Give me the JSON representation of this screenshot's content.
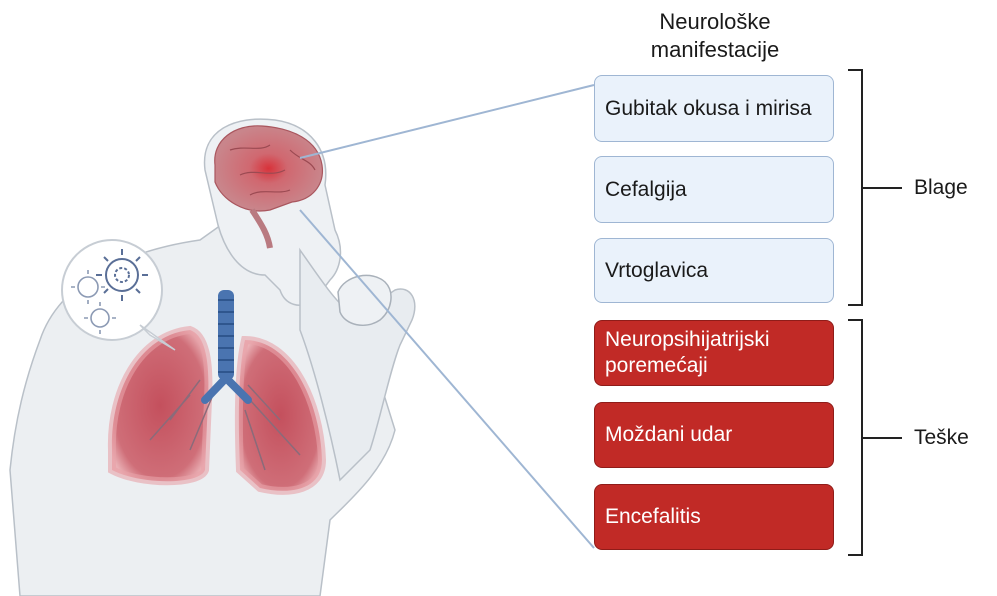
{
  "heading": [
    "Neurološke",
    "manifestacije"
  ],
  "mild": {
    "label": "Blage",
    "items": [
      "Gubitak okusa i mirisa",
      "Cefalgija",
      "Vrtoglavica"
    ]
  },
  "severe": {
    "label": "Teške",
    "items": [
      "Neuropsihijatrijski poremećaji",
      "Moždani udar",
      "Encefalitis"
    ]
  },
  "colors": {
    "mild_fill": "#eaf2fb",
    "mild_border": "#9fb6d3",
    "severe_fill": "#c12a26",
    "brain": "#c96a72",
    "lungs": "#c25865",
    "trachea": "#4a74b0",
    "virus": "#5a6f97"
  },
  "illustration": {
    "subject": "person-coughing-icon",
    "parts": [
      "brain-icon",
      "lungs-icon",
      "trachea-icon",
      "virus-icon"
    ]
  }
}
